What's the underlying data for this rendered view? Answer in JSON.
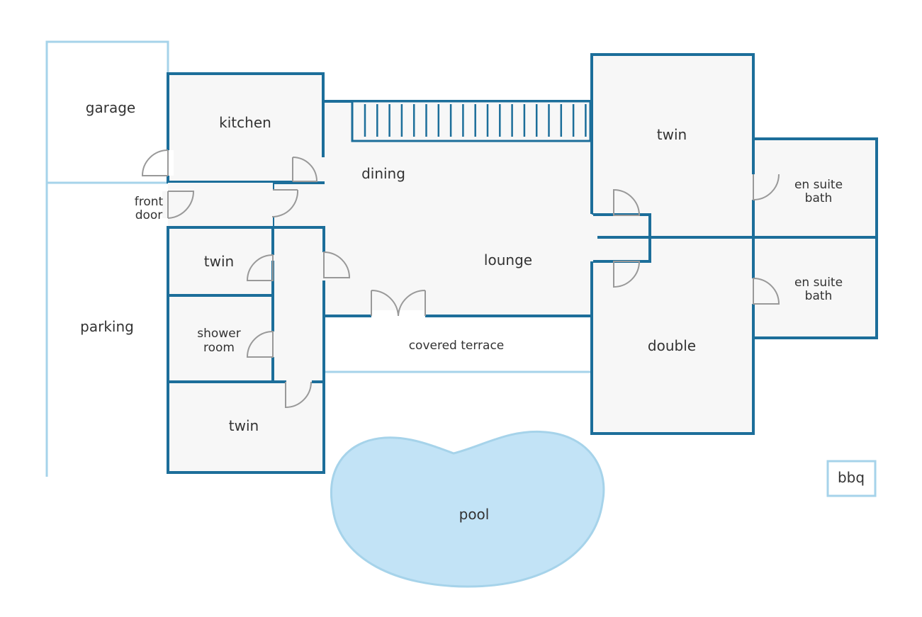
{
  "colors": {
    "wall": "#1c6e9a",
    "outline": "#a6d3ea",
    "room_fill": "#f7f7f7",
    "pool": "#c2e3f6",
    "door": "#999999",
    "text": "#333333"
  },
  "rooms": {
    "garage": "garage",
    "kitchen": "kitchen",
    "dining": "dining",
    "front_door": [
      "front",
      "door"
    ],
    "lounge": "lounge",
    "twin_upper": "twin",
    "shower_room": [
      "shower",
      "room"
    ],
    "twin_lower": "twin",
    "parking": "parking",
    "covered_terrace": "covered terrace",
    "twin_right": "twin",
    "en_suite_bath_upper": [
      "en suite",
      "bath"
    ],
    "en_suite_bath_lower": [
      "en suite",
      "bath"
    ],
    "double": "double",
    "pool": "pool",
    "bbq": "bbq"
  }
}
